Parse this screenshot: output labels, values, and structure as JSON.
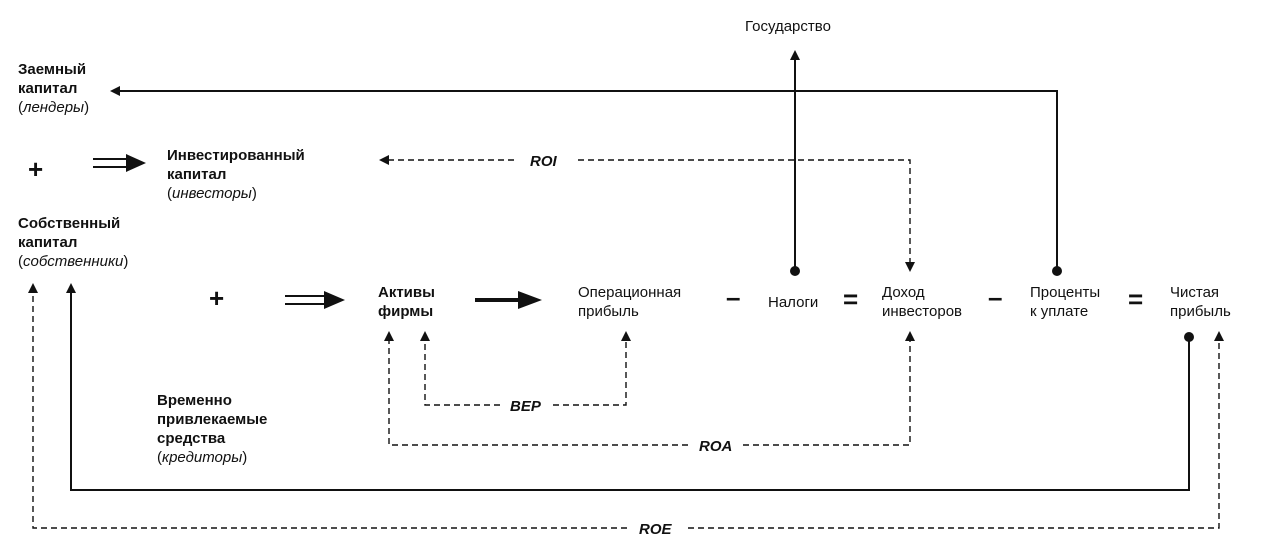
{
  "nodes": {
    "borrowed_capital": {
      "line1": "Заемный",
      "line2": "капитал",
      "role": "лендеры"
    },
    "invested_capital": {
      "line1": "Инвестированный",
      "line2": "капитал",
      "role": "инвесторы"
    },
    "equity": {
      "line1": "Собственный",
      "line2": "капитал",
      "role": "собственники"
    },
    "temporary_funds": {
      "line1": "Временно",
      "line2": "привлекаемые",
      "line3": "средства",
      "role": "кредиторы"
    },
    "assets": {
      "line1": "Активы",
      "line2": "фирмы"
    },
    "operating_profit": {
      "line1": "Операционная",
      "line2": "прибыль"
    },
    "taxes": {
      "label": "Налоги"
    },
    "investor_income": {
      "line1": "Доход",
      "line2": "инвесторов"
    },
    "interest_payable": {
      "line1": "Проценты",
      "line2": "к уплате"
    },
    "net_profit": {
      "line1": "Чистая",
      "line2": "прибыль"
    },
    "state": {
      "label": "Государство"
    }
  },
  "operators": {
    "plus_1": "+",
    "plus_2": "+",
    "minus_1": "–",
    "equals_1": "=",
    "minus_2": "–",
    "equals_2": "="
  },
  "ratios": {
    "roi": "ROI",
    "bep": "BEP",
    "roa": "ROA",
    "roe": "ROE"
  }
}
